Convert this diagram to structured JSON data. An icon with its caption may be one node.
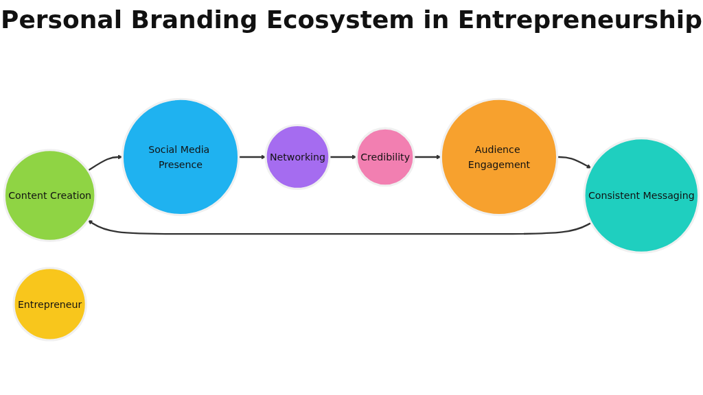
{
  "diagram": {
    "title": "Personal Branding Ecosystem in Entrepreneurship",
    "nodes": [
      {
        "text": [
          "Content Creation"
        ]
      },
      {
        "text": [
          "Social Media Presence"
        ]
      },
      {
        "text": [
          "Networking"
        ]
      },
      {
        "text": [
          "Credibility"
        ]
      },
      {
        "text": [
          "Audience Engagement"
        ]
      },
      {
        "text": [
          "Consistent Messaging"
        ]
      },
      {
        "text": [
          "Entrepreneur"
        ]
      }
    ],
    "edges": [
      {
        "from": 0,
        "to": 1,
        "arrow": "to"
      },
      {
        "from": 1,
        "to": 2,
        "arrow": "to"
      },
      {
        "from": 2,
        "to": 3,
        "arrow": "to"
      },
      {
        "from": 3,
        "to": 4,
        "arrow": "to"
      },
      {
        "from": 4,
        "to": 5,
        "arrow": "to"
      },
      {
        "from": 5,
        "to": 0,
        "arrow": "to"
      }
    ]
  }
}
